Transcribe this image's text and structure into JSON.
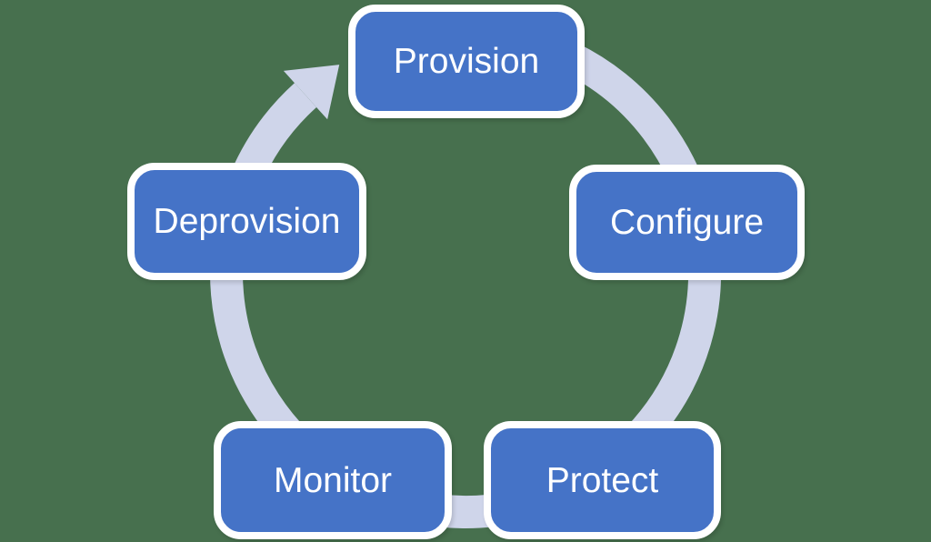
{
  "canvas": {
    "background_color": "#47704E"
  },
  "diagram": {
    "type": "cycle",
    "direction": "clockwise",
    "arrow_color": "#CFD5EA",
    "node_fill_color": "#4573C7",
    "node_border_color": "#FFFFFF",
    "node_text_color": "#FFFFFF",
    "nodes": [
      {
        "id": "provision",
        "label": "Provision",
        "position": "top"
      },
      {
        "id": "configure",
        "label": "Configure",
        "position": "right"
      },
      {
        "id": "protect",
        "label": "Protect",
        "position": "bottom-right"
      },
      {
        "id": "monitor",
        "label": "Monitor",
        "position": "bottom-left"
      },
      {
        "id": "deprovision",
        "label": "Deprovision",
        "position": "left"
      }
    ]
  }
}
